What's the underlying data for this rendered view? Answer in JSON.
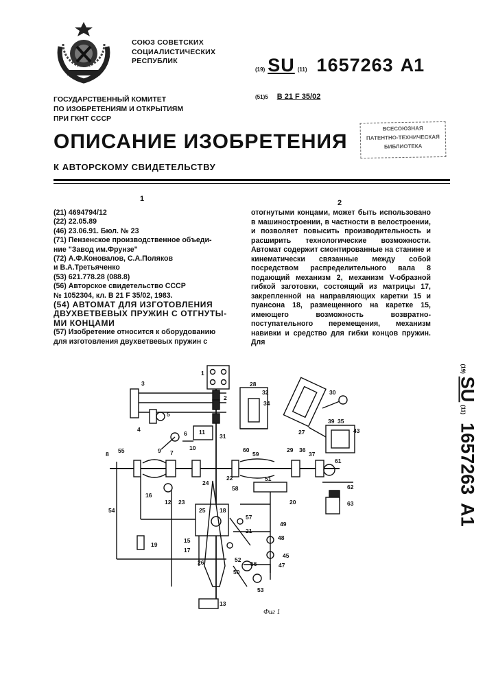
{
  "header": {
    "state": [
      "СОЮЗ СОВЕТСКИХ",
      "СОЦИАЛИСТИЧЕСКИХ",
      "РЕСПУБЛИК"
    ],
    "code19": "(19)",
    "country": "SU",
    "code11": "(11)",
    "number": "1657263",
    "kind": "A1",
    "ipc_code": "(51)5",
    "ipc": "B 21 F 35/02",
    "committee": [
      "ГОСУДАРСТВЕННЫЙ КОМИТЕТ",
      "ПО ИЗОБРЕТЕНИЯМ И ОТКРЫТИЯМ",
      "ПРИ ГКНТ СССР"
    ],
    "stamp": [
      "ВСЕСОЮЗНАЯ",
      "ПАТЕНТНО-ТЕХНИЧЕСКАЯ",
      "БИБЛИОТЕКА"
    ]
  },
  "title": "ОПИСАНИЕ ИЗОБРЕТЕНИЯ",
  "subtitle": "К АВТОРСКОМУ СВИДЕТЕЛЬСТВУ",
  "col1": {
    "number": "1",
    "lines": [
      "(21) 4694794/12",
      "(22) 22.05.89",
      "(46) 23.06.91. Бюл. № 23",
      "(71) Пензенское производственное объеди-",
      "ние \"Завод им.Фрунзе\"",
      "(72) А.Ф.Коновалов, С.А.Поляков",
      "и В.А.Третьяченко",
      "(53) 621.778.28 (088.8)",
      "(56) Авторское свидетельство СССР",
      "№ 1052304, кл. В 21 F 35/02, 1983."
    ],
    "title_lines": [
      "(54) АВТОМАТ ДЛЯ ИЗГОТОВЛЕНИЯ",
      "ДВУХВЕТВЕВЫХ ПРУЖИН С ОТГНУТЫ-",
      "МИ КОНЦАМИ"
    ],
    "abstract_lines": [
      "(57) Изобретение относится к оборудованию",
      "для изготовления двухветвевых пружин с"
    ]
  },
  "col2": {
    "number": "2",
    "text": "отогнутыми концами, может быть использовано в машиностроении, в частности в велостроении, и позволяет повысить производительность и расширить технологические возможности. Автомат содержит смонтированные на станине и кинематически связанные между собой посредством распределительного вала 8 подающий механизм 2, механизм V-образной гибкой заготовки, состоящий из матрицы 17, закрепленной на направляющих каретки 15 и пуансона 18, размещенного на каретке 15, имеющего возможность возвратно-поступательного перемещения, механизм навивки и средство для гибки концов пружин. Для"
  },
  "side": {
    "code19": "(19)",
    "country": "SU",
    "code11": "(11)",
    "number": "1657263",
    "kind": "A1"
  },
  "figure": {
    "caption": "Фиг 1",
    "labels": [
      "1",
      "2",
      "3",
      "4",
      "5",
      "6",
      "7",
      "8",
      "9",
      "10",
      "11",
      "12",
      "13",
      "15",
      "16",
      "17",
      "18",
      "19",
      "20",
      "21",
      "22",
      "23",
      "24",
      "25",
      "26",
      "27",
      "28",
      "29",
      "30",
      "31",
      "32",
      "34",
      "35",
      "36",
      "37",
      "39",
      "43",
      "45",
      "47",
      "48",
      "49",
      "50",
      "51",
      "52",
      "53",
      "54",
      "55",
      "56",
      "57",
      "58",
      "59",
      "60",
      "61",
      "62",
      "63"
    ]
  }
}
